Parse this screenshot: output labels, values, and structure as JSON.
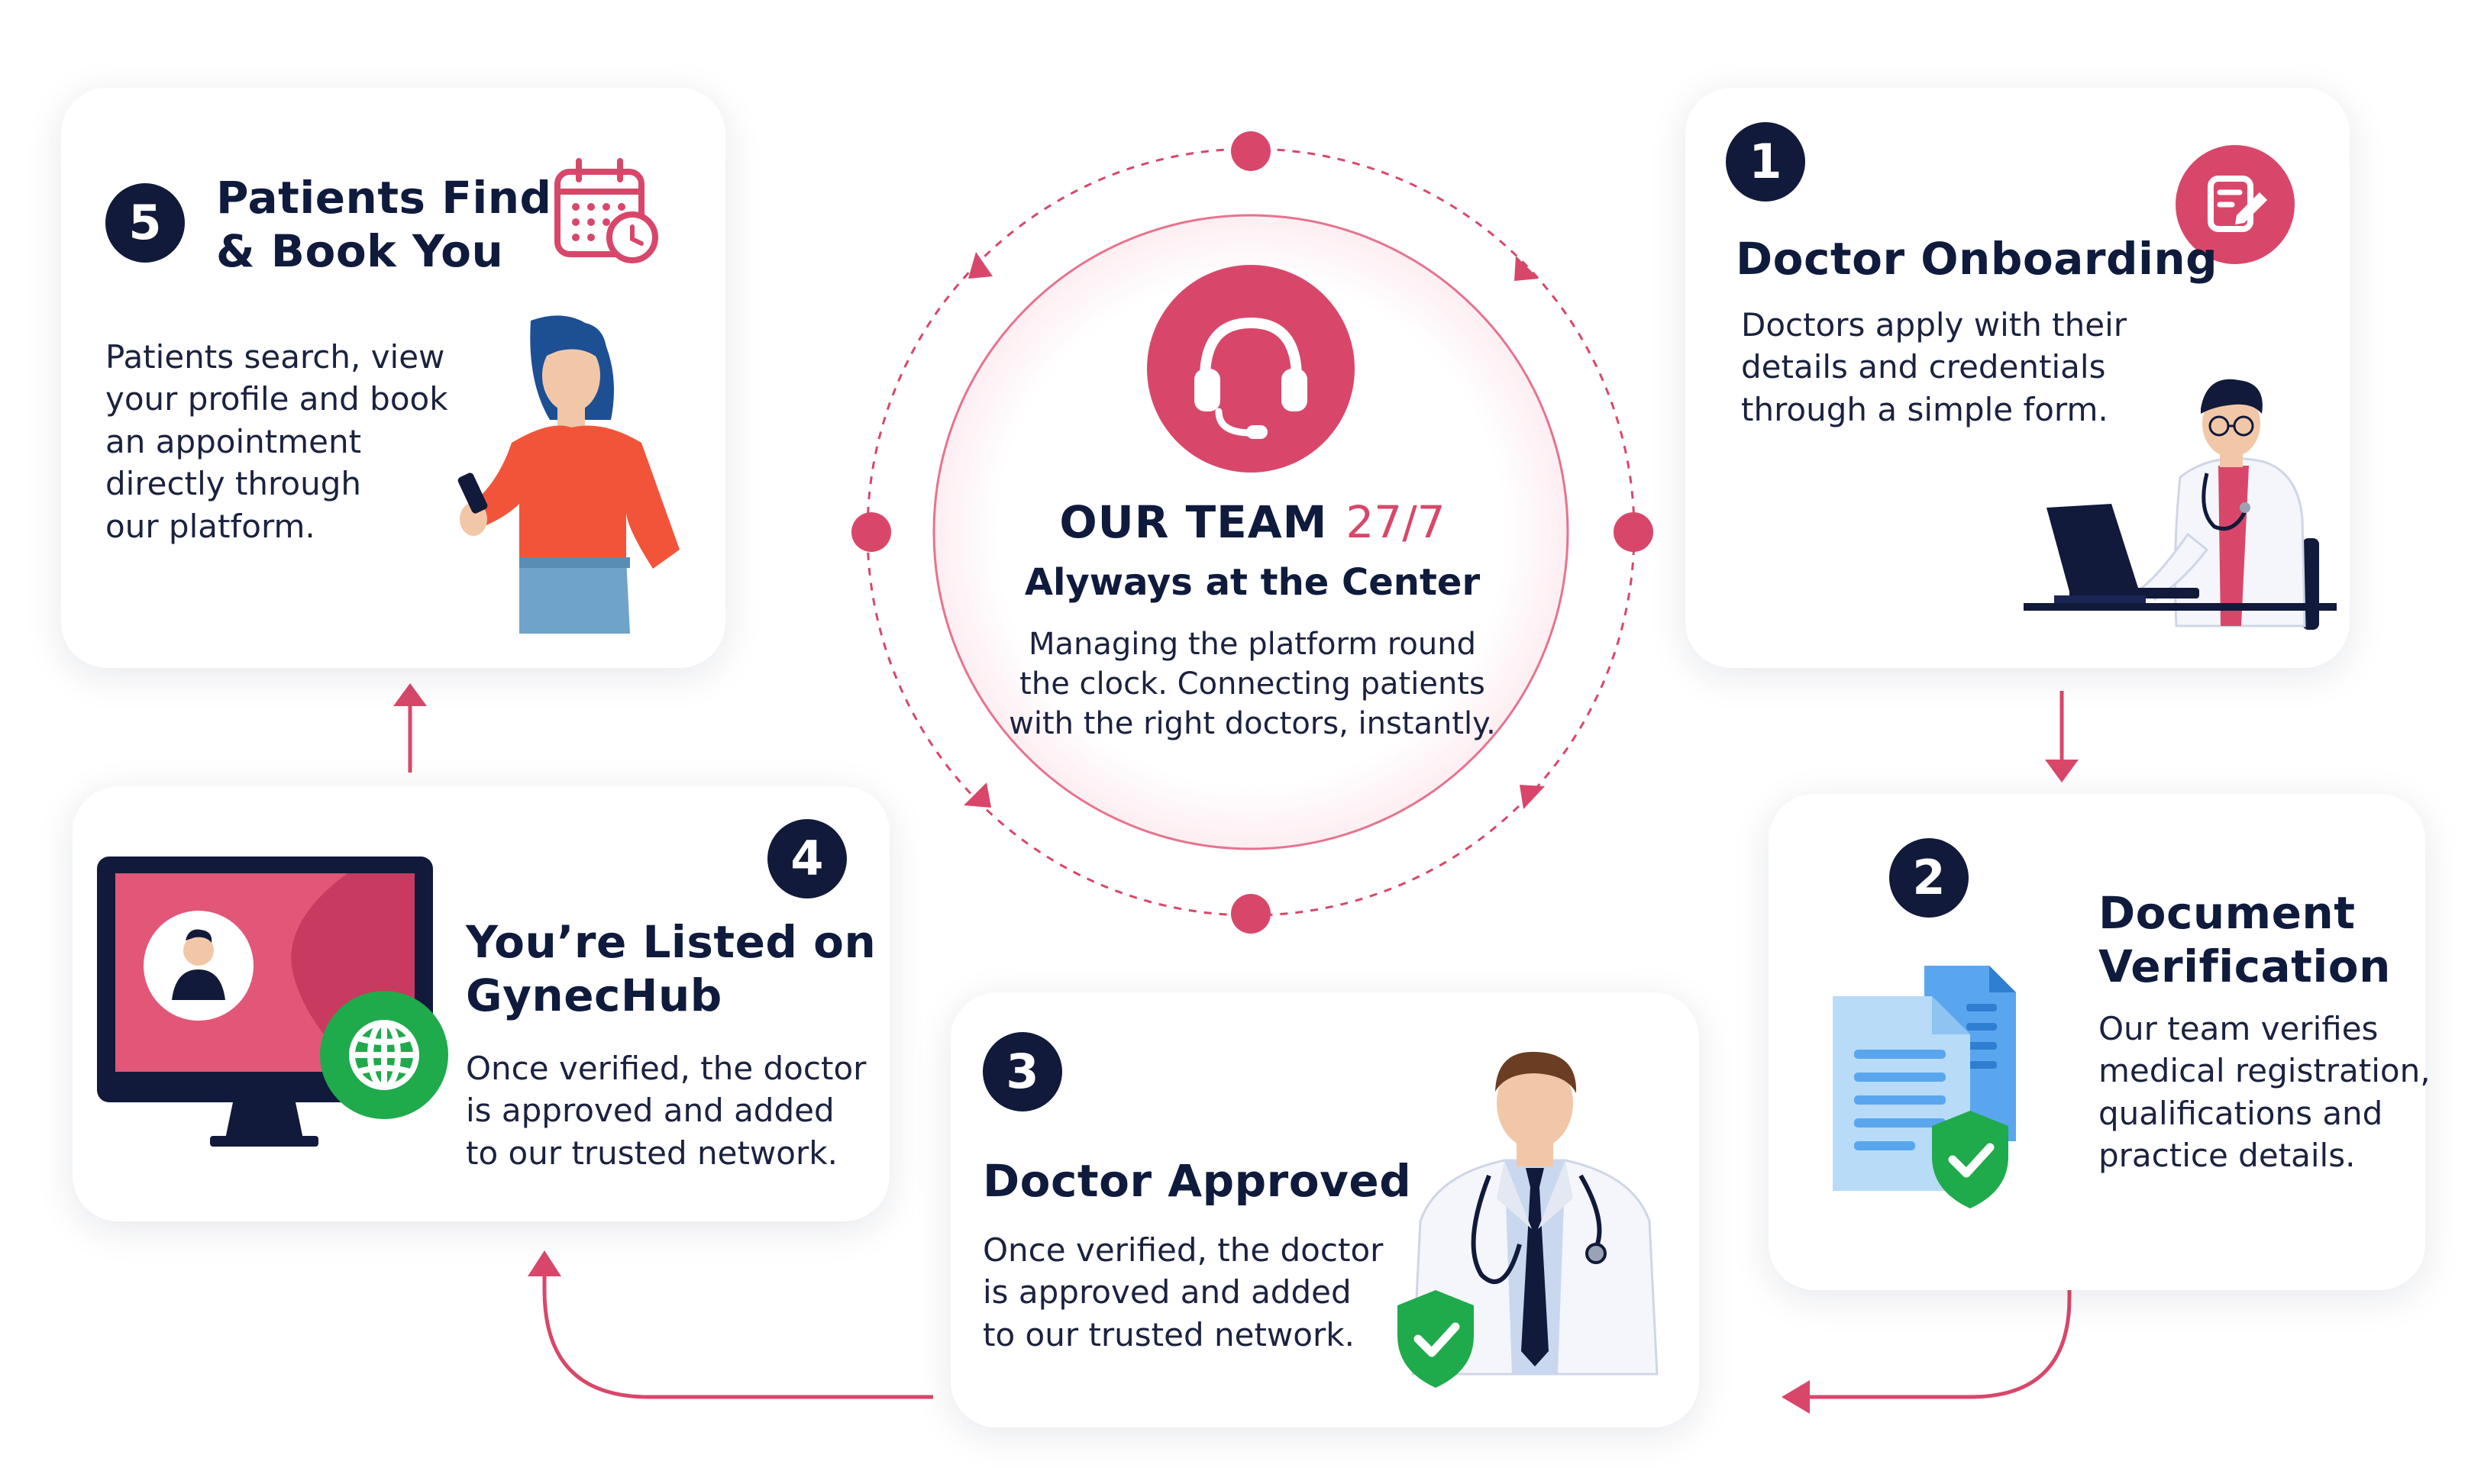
{
  "center": {
    "title_main": "OUR TEAM",
    "title_accent": "27/7",
    "subtitle": "Alyways at the Center",
    "description_lines": [
      "Managing the platform round",
      "the clock. Connecting patients",
      "with the right doctors, instantly."
    ],
    "icon": "headset-icon"
  },
  "steps": [
    {
      "number": "1",
      "title_lines": [
        "Doctor Onboarding"
      ],
      "description_lines": [
        "Doctors apply with their",
        "details and credentials",
        "through a simple form."
      ],
      "icon": "edit-form-icon",
      "illustration": "doctor-at-laptop"
    },
    {
      "number": "2",
      "title_lines": [
        "Document",
        "Verification"
      ],
      "description_lines": [
        "Our team verifies",
        "medical registration,",
        "qualifications and",
        "practice details."
      ],
      "illustration": "verified-documents"
    },
    {
      "number": "3",
      "title_lines": [
        "Doctor Approved"
      ],
      "description_lines": [
        "Once verified, the doctor",
        "is approved and added",
        "to our trusted network."
      ],
      "illustration": "approved-doctor"
    },
    {
      "number": "4",
      "title_lines": [
        "You’re Listed on",
        "GynecHub"
      ],
      "description_lines": [
        "Once verified, the doctor",
        "is approved and added",
        "to our trusted network."
      ],
      "illustration": "monitor-profile-globe"
    },
    {
      "number": "5",
      "title_lines": [
        "Patients Find",
        "& Book You"
      ],
      "description_lines": [
        "Patients search, view",
        "your profile and book",
        "an appointment",
        "directly through",
        "our platform."
      ],
      "icon": "calendar-clock-icon",
      "illustration": "woman-with-phone"
    }
  ],
  "colors": {
    "accent": "#d8476a",
    "navy": "#111a3a",
    "green": "#1faa4b",
    "doc_blue": "#8ec3f2"
  }
}
